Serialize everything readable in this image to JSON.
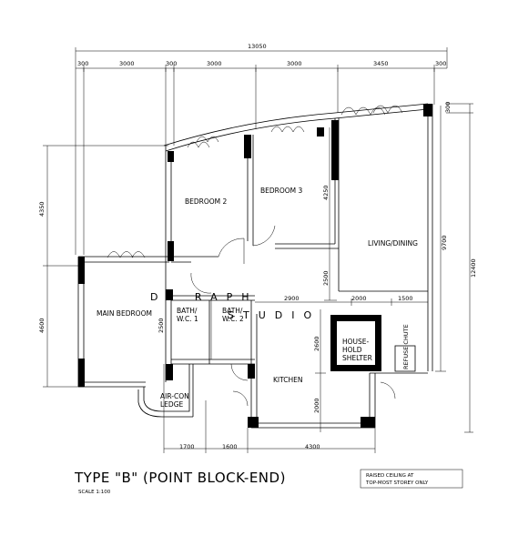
{
  "rooms": {
    "bedroom2": "BEDROOM 2",
    "bedroom3": "BEDROOM 3",
    "living": "LIVING/DINING",
    "main_bedroom": "MAIN BEDROOM",
    "bath1_a": "BATH/",
    "bath1_b": "W.C. 1",
    "bath2_a": "BATH/",
    "bath2_b": "W.C. 2",
    "shelter_a": "HOUSE-",
    "shelter_b": "HOLD",
    "shelter_c": "SHELTER",
    "kitchen": "KITCHEN",
    "aircon_a": "AIR-CON",
    "aircon_b": "LEDGE",
    "refuse": "REFUSE CHUTE"
  },
  "dimensions": {
    "overall_top": "13050",
    "top": [
      "300",
      "3000",
      "300",
      "3000",
      "3000",
      "3450",
      "300"
    ],
    "right_a": "300",
    "right_b": "9700",
    "right_total": "12400",
    "left_a": "4350",
    "left_b": "4600",
    "inner_4250": "4250",
    "inner_2500_a": "2500",
    "inner_2900": "2900",
    "inner_2000_a": "2000",
    "inner_1500": "1500",
    "inner_2500_b": "2500",
    "inner_2600": "2600",
    "inner_2000_b": "2000",
    "bottom": [
      "1700",
      "1600",
      "4300"
    ]
  },
  "title": "TYPE \"B\" (POINT BLOCK-END)",
  "scale": "SCALE 1:100",
  "note_a": "RAISED CEILING AT",
  "note_b": "TOP-MOST STOREY ONLY",
  "watermark_a": "DE  RAPH",
  "watermark_b": "STUDIO"
}
